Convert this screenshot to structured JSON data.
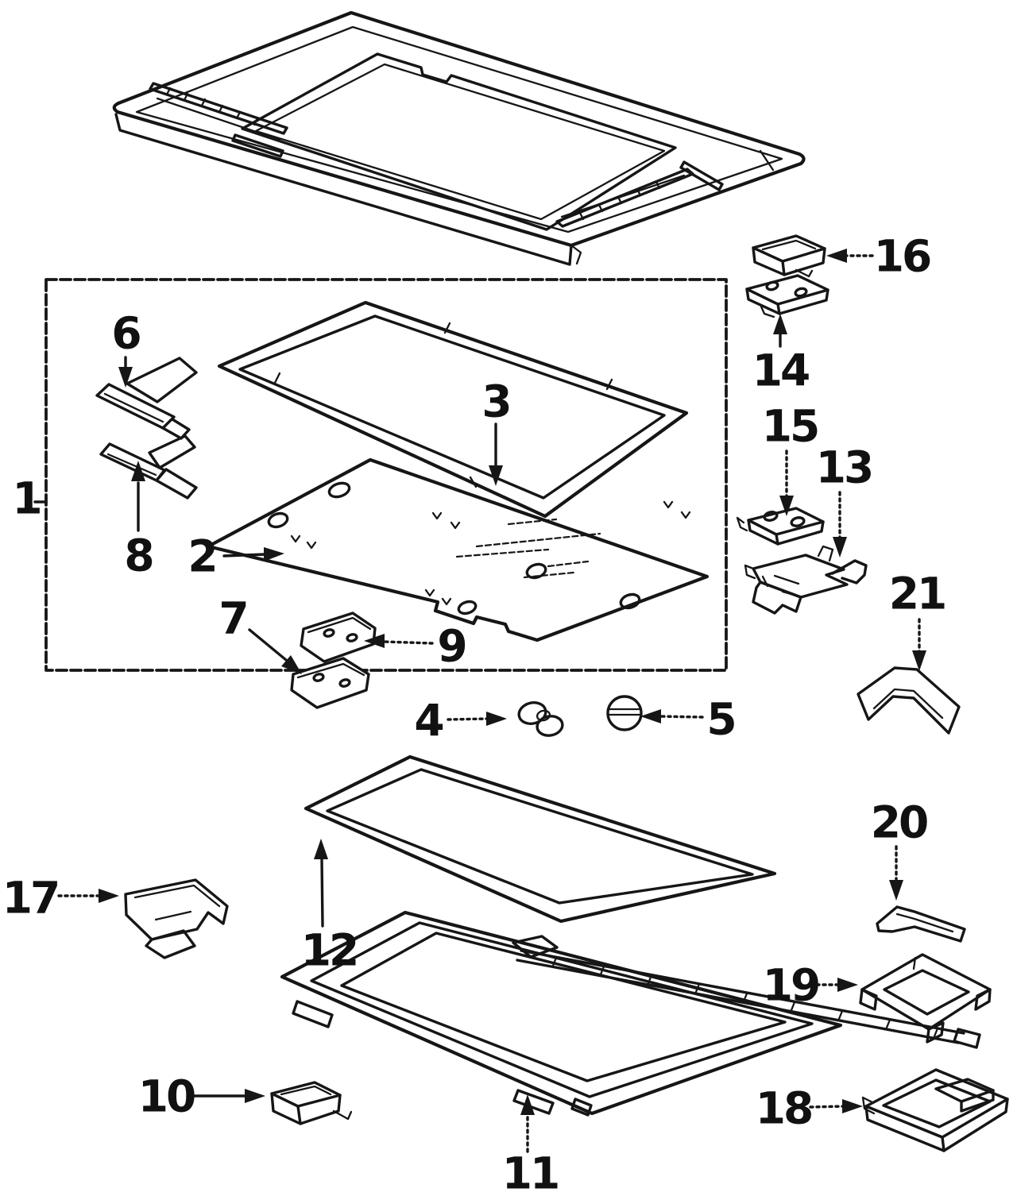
{
  "figure": {
    "type": "exploded-parts-diagram",
    "background_color": "#ffffff",
    "line_color": "#161616"
  },
  "callouts": [
    {
      "number": "1",
      "arrow_direction": "right"
    },
    {
      "number": "2",
      "arrow_direction": "right"
    },
    {
      "number": "3",
      "arrow_direction": "down"
    },
    {
      "number": "4",
      "arrow_direction": "right"
    },
    {
      "number": "5",
      "arrow_direction": "left"
    },
    {
      "number": "6",
      "arrow_direction": "down"
    },
    {
      "number": "7",
      "arrow_direction": "down-right"
    },
    {
      "number": "8",
      "arrow_direction": "up"
    },
    {
      "number": "9",
      "arrow_direction": "left"
    },
    {
      "number": "10",
      "arrow_direction": "right"
    },
    {
      "number": "11",
      "arrow_direction": "up"
    },
    {
      "number": "12",
      "arrow_direction": "up"
    },
    {
      "number": "13",
      "arrow_direction": "down"
    },
    {
      "number": "14",
      "arrow_direction": "up"
    },
    {
      "number": "15",
      "arrow_direction": "down"
    },
    {
      "number": "16",
      "arrow_direction": "left"
    },
    {
      "number": "17",
      "arrow_direction": "right"
    },
    {
      "number": "18",
      "arrow_direction": "right"
    },
    {
      "number": "19",
      "arrow_direction": "right"
    },
    {
      "number": "20",
      "arrow_direction": "down"
    },
    {
      "number": "21",
      "arrow_direction": "down"
    }
  ]
}
